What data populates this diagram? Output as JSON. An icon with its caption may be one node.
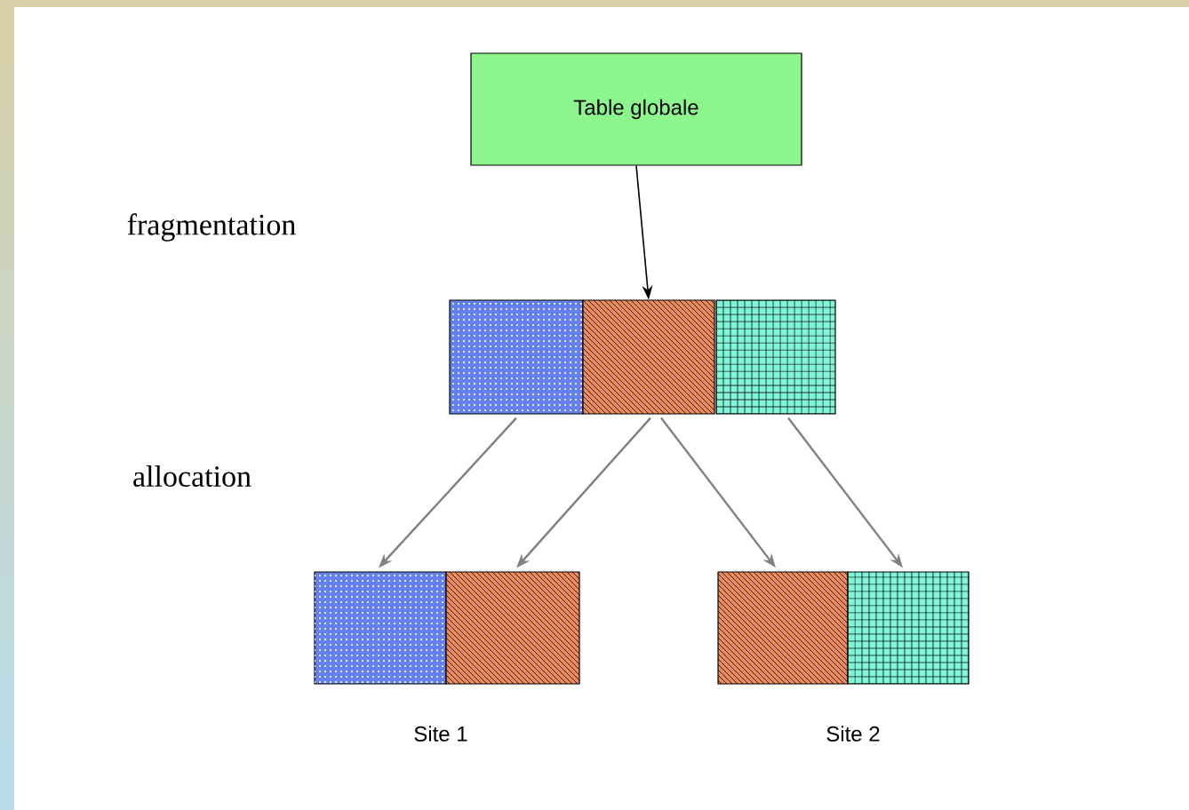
{
  "diagram": {
    "nodes": [
      {
        "text": [
          "Table globale"
        ]
      },
      {
        "text": [],
        "shape": "box"
      },
      {
        "text": [],
        "shape": "box"
      },
      {
        "text": [],
        "shape": "box"
      },
      {
        "text": [],
        "shape": "box"
      },
      {
        "text": [],
        "shape": "box"
      },
      {
        "text": [],
        "shape": "box"
      },
      {
        "text": [],
        "shape": "box"
      }
    ],
    "edges": [
      {
        "from": 0,
        "to": 2,
        "arrow": "to",
        "color": "#000000"
      },
      {
        "from": 1,
        "to": 4,
        "arrow": "to"
      },
      {
        "from": 2,
        "to": 5,
        "arrow": "to"
      },
      {
        "from": 2,
        "to": 6,
        "arrow": "to"
      },
      {
        "from": 3,
        "to": 7,
        "arrow": "to"
      }
    ],
    "labels": [
      "fragmentation",
      "allocation",
      "Site 1",
      "Site 2"
    ]
  }
}
